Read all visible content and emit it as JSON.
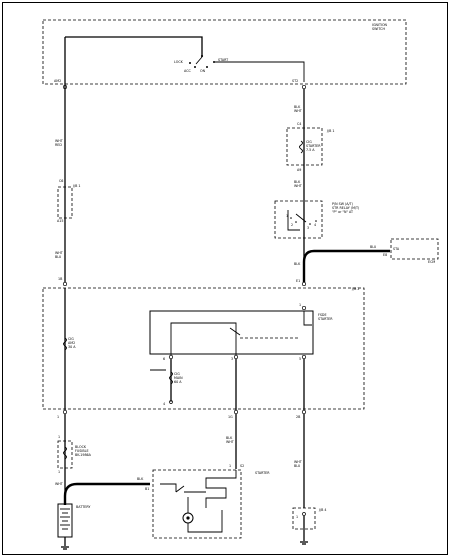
{
  "ignition_switch": {
    "title": "IGNITION",
    "title2": "SWITCH",
    "lock": "LOCK",
    "acc": "ACC",
    "on": "ON",
    "start": "START",
    "term_left": "AM2",
    "term_right": "ST2"
  },
  "wires": {
    "w_top_left_1": "WHT",
    "w_top_left_2": "RED",
    "w_mid_left_1": "WHT",
    "w_mid_left_2": "BLU",
    "w_right_1_1": "BLK",
    "w_right_1_2": "WHT",
    "w_right_2_1": "BLK",
    "w_right_2_2": "WHT",
    "w_right_3": "BLK",
    "w_blu": "BLU",
    "w_pnk": "BLK",
    "w_bottom_mid_1": "BLK",
    "w_bottom_mid_2": "WHT",
    "w_bottom_right_1": "WHT",
    "w_bottom_right_2": "BLU",
    "w_left_low_1": "WHT",
    "w_battery": "BLK"
  },
  "jb1_left": {
    "label": "J/B 1",
    "pin_top": "C6",
    "pin_bot": "A15"
  },
  "jb1_right": {
    "label": "J/B 1",
    "fuse_1": "CIG",
    "fuse_2": "STARTER",
    "fuse_3": "7.5 A",
    "pin_top": "C4",
    "pin_bot": "A9"
  },
  "relay_top": {
    "label_1": "P/N SW (A/T)",
    "label_2": "STR RELAY (M/T)",
    "label_3": "\"P\" or \"N\" AT",
    "pins": [
      "1",
      "2",
      "3",
      "4"
    ]
  },
  "ecm": {
    "label": "ECM",
    "pin": "STA",
    "conn": "E8"
  },
  "jb2": {
    "label": "J/B 2",
    "fuse_1": "CIG",
    "fuse_2": "AM2",
    "fuse_3": "30 A",
    "fuse2_1": "CIG",
    "fuse2_2": "MAIN",
    "fuse2_3": "60 A",
    "relay_1": "FSDE",
    "relay_2": "STARTER",
    "pin_top_left": "1B",
    "pin_top_right": "E1",
    "pin_bot_left": "1",
    "pin_bot_mid": "1G",
    "pin_bot_right": "2B",
    "p1": "6",
    "p2": "4",
    "p3": "3",
    "p4": "1",
    "p5": "5",
    "p6": "1"
  },
  "fusible_link": {
    "label_1": "BLOCK",
    "label_2": "FUSIBLE",
    "label_3": "BK-1986A",
    "pin_top": "1",
    "pin_bot": "1"
  },
  "starter": {
    "label": "STARTER",
    "pin_1": "1",
    "pin_2": "S2",
    "pin_3": "B1"
  },
  "battery": {
    "label": "BATTERY"
  },
  "jb4": {
    "label": "J/B 4",
    "pin": "1"
  }
}
